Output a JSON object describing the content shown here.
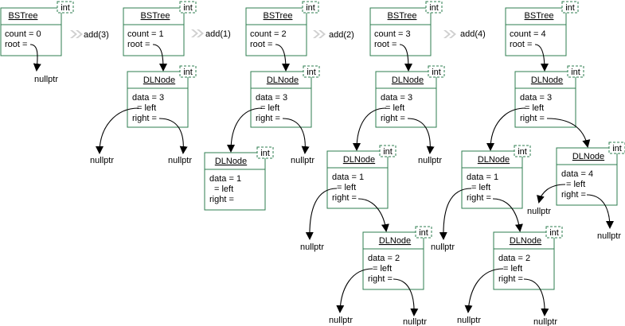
{
  "null_label": "nullptr",
  "template_param": "int",
  "classes": {
    "tree": "BSTree",
    "node": "DLNode"
  },
  "steps": [
    {
      "op": "",
      "count": "count = 0",
      "root": "root ="
    },
    {
      "op": "add(3)",
      "count": "count = 1",
      "root": "root ="
    },
    {
      "op": "add(1)",
      "count": "count = 2",
      "root": "root ="
    },
    {
      "op": "add(2)",
      "count": "count = 3",
      "root": "root ="
    },
    {
      "op": "add(4)",
      "count": "count = 4",
      "root": "root ="
    }
  ],
  "node_fields": {
    "d3": [
      "data = 3",
      "= left",
      "right ="
    ],
    "d1": [
      "data = 1",
      "= left",
      "right ="
    ],
    "d2": [
      "data = 2",
      "= left",
      "right ="
    ],
    "d4": [
      "data = 4",
      "= left",
      "right ="
    ]
  }
}
